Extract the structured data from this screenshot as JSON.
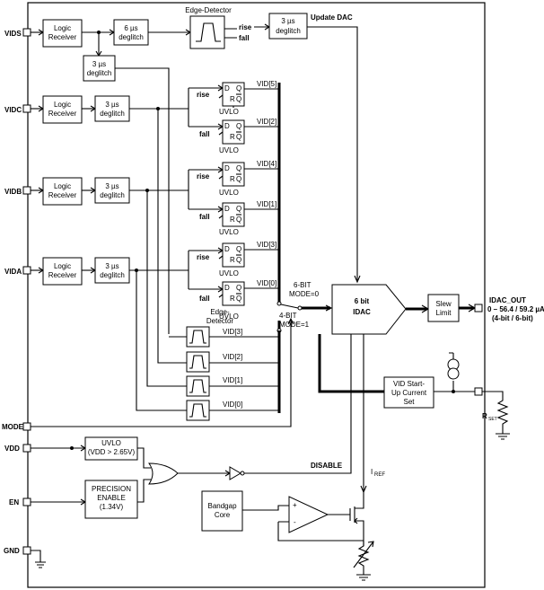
{
  "pins": {
    "vids": "VIDS",
    "vidc": "VIDC",
    "vidb": "VIDB",
    "vida": "VIDA",
    "mode": "MODE",
    "vdd": "VDD",
    "en": "EN",
    "gnd": "GND",
    "idac_out": "IDAC_OUT",
    "idac_range": "0 – 56.4 / 59.2 µA",
    "idac_bits": "(4-bit / 6-bit)",
    "rset": "R",
    "rset_sub": "SET"
  },
  "blocks": {
    "logic_receiver_1": "Logic",
    "logic_receiver_2": "Receiver",
    "deglitch_6_1": "6 µs",
    "deglitch_6_2": "deglitch",
    "deglitch_3_1": "3 µs",
    "deglitch_3_2": "deglitch",
    "edge_detector": "Edge-Detector",
    "edge_detector_split_1": "Edge-",
    "edge_detector_split_2": "Detector",
    "update_dac": "Update DAC",
    "idac_1": "6 bit",
    "idac_2": "IDAC",
    "slew_1": "Slew",
    "slew_2": "Limit",
    "startup_1": "VID Start-",
    "startup_2": "Up Current",
    "startup_3": "Set",
    "uvlo_block_1": "UVLO",
    "uvlo_block_2": "(VDD > 2.65V)",
    "precision_1": "PRECISION",
    "precision_2": "ENABLE",
    "precision_3": "(1.34V)",
    "bandgap_1": "Bandgap",
    "bandgap_2": "Core",
    "disable": "DISABLE",
    "iref": "I",
    "iref_sub": "REF"
  },
  "signals": {
    "rise": "rise",
    "fall": "fall",
    "uvlo": "UVLO",
    "ff_d": "D",
    "ff_q": "Q",
    "ff_r": "R",
    "ff_qbar": "Q",
    "vid5": "VID[5]",
    "vid4": "VID[4]",
    "vid3": "VID[3]",
    "vid2": "VID[2]",
    "vid1": "VID[1]",
    "vid0": "VID[0]",
    "mode6_1": "6-BIT",
    "mode6_2": "MODE=0",
    "mode4_1": "4-BIT",
    "mode4_2": "MODE=1",
    "plus": "+",
    "minus": "-"
  }
}
